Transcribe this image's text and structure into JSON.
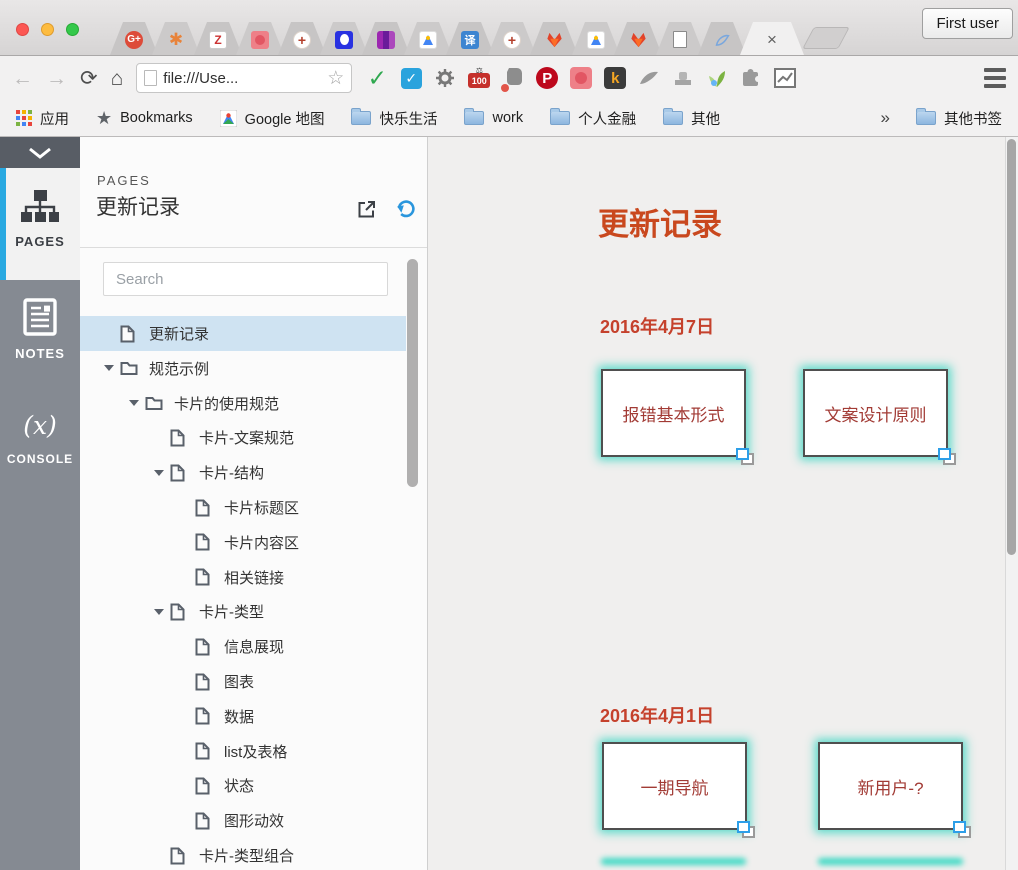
{
  "browser": {
    "window_controls": [
      "close",
      "minimize",
      "zoom"
    ],
    "tabs": [
      {
        "icon": "google-plus-icon"
      },
      {
        "icon": "orange-spark-icon"
      },
      {
        "icon": "red-doc-icon"
      },
      {
        "icon": "pink-square-icon"
      },
      {
        "icon": "lifebuoy-icon"
      },
      {
        "icon": "baidu-paw-icon"
      },
      {
        "icon": "purple-book-icon"
      },
      {
        "icon": "google-maps-icon"
      },
      {
        "icon": "translate-icon"
      },
      {
        "icon": "lifebuoy-icon"
      },
      {
        "icon": "gitlab-fox-icon"
      },
      {
        "icon": "google-maps-icon"
      },
      {
        "icon": "gitlab-fox-icon"
      },
      {
        "icon": "blank-document-icon"
      },
      {
        "icon": "blue-bird-icon"
      }
    ],
    "active_tab": {
      "close_glyph": "×"
    },
    "profile_button_label": "First user",
    "toolbar": {
      "url": "file:///Use...",
      "extensions": [
        "green-check-icon",
        "blue-checkbox-icon",
        "gray-gears-icon",
        "hundred-badge-icon",
        "evernote-icon",
        "pinterest-icon",
        "pink-square-icon",
        "k-letter-icon",
        "hummingbird-icon",
        "stamp-icon",
        "plant-icon",
        "puzzle-icon",
        "chart-icon"
      ]
    },
    "bookmarks_bar": {
      "items": [
        {
          "icon": "apps-grid-icon",
          "label": "应用"
        },
        {
          "icon": "star-icon",
          "label": "Bookmarks"
        },
        {
          "icon": "google-maps-icon",
          "label": "Google 地图"
        },
        {
          "icon": "folder-icon",
          "label": "快乐生活"
        },
        {
          "icon": "folder-icon",
          "label": "work"
        },
        {
          "icon": "folder-icon",
          "label": "个人金融"
        },
        {
          "icon": "folder-icon",
          "label": "其他"
        }
      ],
      "overflow_glyph": "»",
      "other_bookmarks_label": "其他书签"
    }
  },
  "rail": {
    "pages_label": "PAGES",
    "notes_label": "NOTES",
    "console_label": "CONSOLE",
    "console_glyph": "(x)"
  },
  "pages_panel": {
    "header_label": "PAGES",
    "current_page_title": "更新记录",
    "search_placeholder": "Search",
    "tree": [
      {
        "label": "更新记录",
        "level": 0,
        "kind": "page",
        "selected": true
      },
      {
        "label": "规范示例",
        "level": 0,
        "kind": "folder",
        "expanded": true
      },
      {
        "label": "卡片的使用规范",
        "level": 1,
        "kind": "folder",
        "expanded": true
      },
      {
        "label": "卡片-文案规范",
        "level": 2,
        "kind": "page"
      },
      {
        "label": "卡片-结构",
        "level": 2,
        "kind": "page",
        "expanded": true
      },
      {
        "label": "卡片标题区",
        "level": 3,
        "kind": "page"
      },
      {
        "label": "卡片内容区",
        "level": 3,
        "kind": "page"
      },
      {
        "label": "相关链接",
        "level": 3,
        "kind": "page"
      },
      {
        "label": "卡片-类型",
        "level": 2,
        "kind": "page",
        "expanded": true
      },
      {
        "label": "信息展现",
        "level": 3,
        "kind": "page"
      },
      {
        "label": "图表",
        "level": 3,
        "kind": "page"
      },
      {
        "label": "数据",
        "level": 3,
        "kind": "page"
      },
      {
        "label": "list及表格",
        "level": 3,
        "kind": "page"
      },
      {
        "label": "状态",
        "level": 3,
        "kind": "page"
      },
      {
        "label": "图形动效",
        "level": 3,
        "kind": "page"
      },
      {
        "label": "卡片-类型组合",
        "level": 2,
        "kind": "page"
      }
    ]
  },
  "main": {
    "page_title": "更新记录",
    "sections": [
      {
        "date": "2016年4月7日",
        "cards": [
          {
            "label": "报错基本形式"
          },
          {
            "label": "文案设计原则"
          }
        ]
      },
      {
        "date": "2016年4月1日",
        "cards": [
          {
            "label": "一期导航"
          },
          {
            "label": "新用户-?"
          }
        ]
      }
    ]
  },
  "colors": {
    "accent_blue": "#29a9e1",
    "selection_blue": "#cfe3f2",
    "glow_teal": "#3fd9c4",
    "heading_red": "#c9481e",
    "date_red": "#c5412c",
    "card_text_red": "#a23b35",
    "rail_gray": "#858a92"
  }
}
